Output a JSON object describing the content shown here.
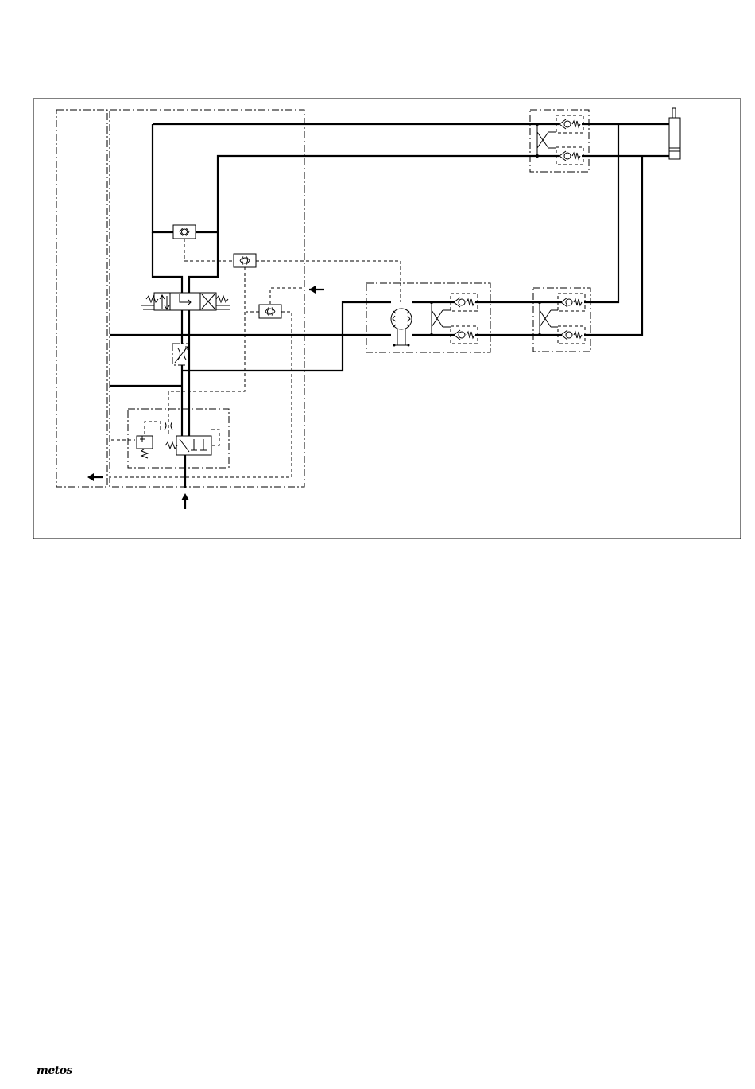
{
  "diagram": {
    "type": "hydraulic-schematic",
    "components": [
      "frame",
      "control-manifold-block",
      "directional-valve",
      "shuttle-valve",
      "flow-control-valve",
      "pressure-compensator",
      "rotary-actuator",
      "pilot-check-valve",
      "hydraulic-cylinder",
      "flow-arrow"
    ]
  },
  "footer": {
    "logo": "metos"
  }
}
